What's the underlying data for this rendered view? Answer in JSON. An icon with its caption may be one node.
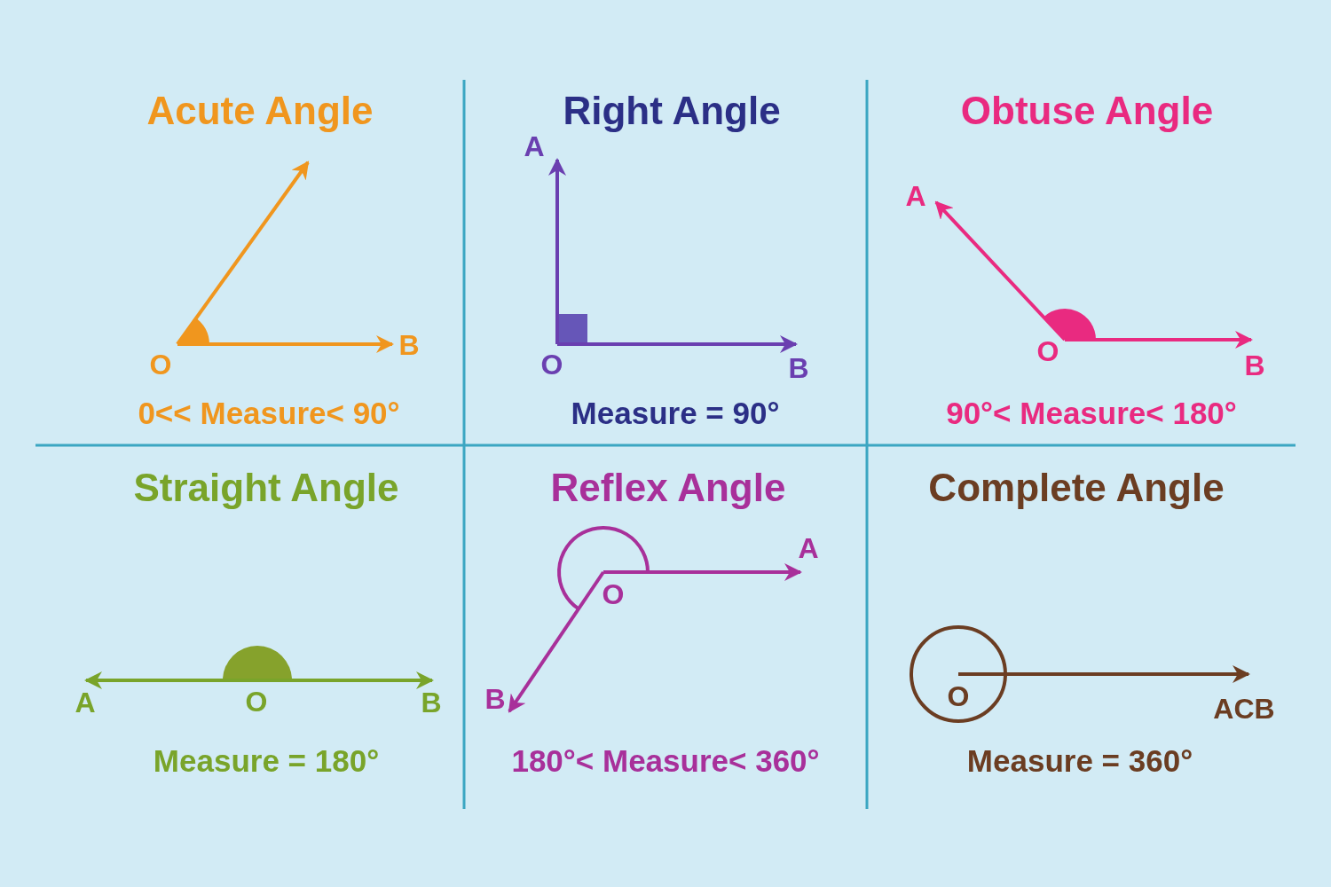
{
  "diagram": {
    "labels": [
      "Acute Angle",
      "O",
      "B",
      "0<< Measure< 90°",
      "Right Angle",
      "A",
      "O",
      "B",
      "Measure = 90°",
      "Obtuse Angle",
      "A",
      "O",
      "B",
      "90°< Measure< 180°",
      "Straight Angle",
      "A",
      "O",
      "B",
      "Measure = 180°",
      "Reflex Angle",
      "A",
      "O",
      "B",
      "180°< Measure< 360°",
      "Complete Angle",
      "O",
      "ACB",
      "Measure = 360°"
    ]
  }
}
